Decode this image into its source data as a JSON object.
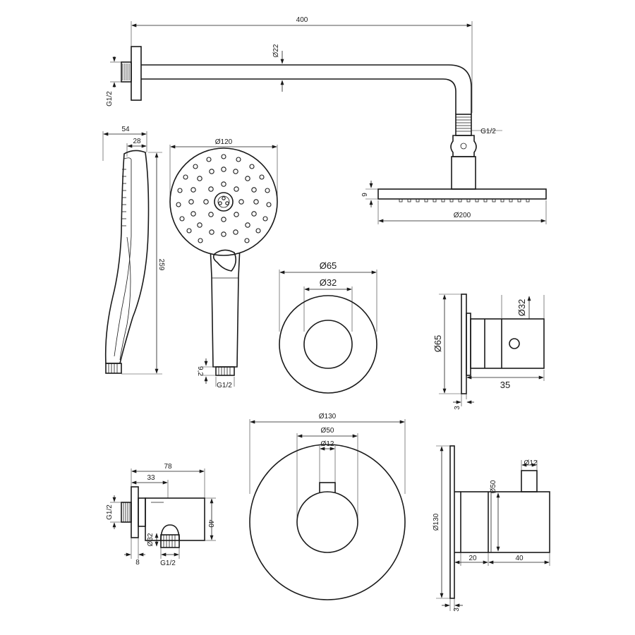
{
  "dimensions": {
    "arm_length": "400",
    "arm_diameter": "Ø22",
    "wall_thread": "G1/2",
    "arm_thread": "G1/2",
    "head_height": "9",
    "head_diameter": "Ø200",
    "hand_depth": "54",
    "hand_depth_inner": "28",
    "hand_face_diameter": "Ø120",
    "hand_length": "259",
    "hand_thread_len": "9,2",
    "hand_thread": "G1/2",
    "rosette_outer": "Ø65",
    "rosette_inner": "Ø32",
    "valve_side_diameter": "Ø65",
    "valve_side_knob": "Ø32",
    "valve_side_depth": "35",
    "valve_side_plate": "3",
    "outlet_width": "78",
    "outlet_offset": "33",
    "outlet_wall_thread": "G1/2",
    "outlet_height": "40",
    "outlet_nipple": "Ø32",
    "outlet_plate": "8",
    "outlet_thread": "G1/2",
    "plate_outer": "Ø130",
    "plate_body": "Ø50",
    "plate_stem": "Ø12",
    "mixer_stem": "Ø12",
    "mixer_body": "Ø50",
    "mixer_plate": "Ø130",
    "mixer_depth_a": "20",
    "mixer_depth_b": "40",
    "mixer_plate_thick": "3"
  }
}
